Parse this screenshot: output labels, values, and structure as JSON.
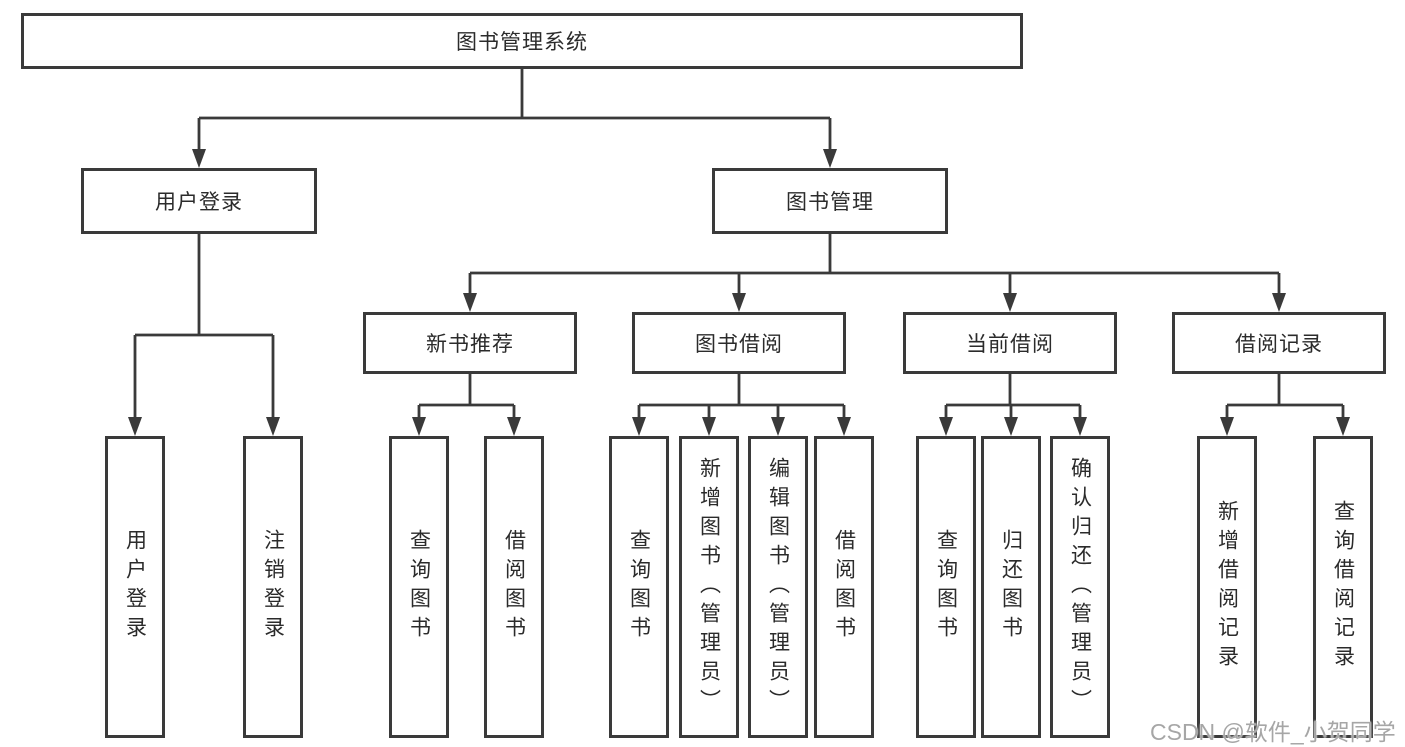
{
  "tree": {
    "root": {
      "label": "图书管理系统"
    },
    "login": {
      "label": "用户登录",
      "children": [
        {
          "label": "用户登录"
        },
        {
          "label": "注销登录"
        }
      ]
    },
    "management": {
      "label": "图书管理",
      "sections": [
        {
          "label": "新书推荐",
          "children": [
            {
              "label": "查询图书"
            },
            {
              "label": "借阅图书"
            }
          ]
        },
        {
          "label": "图书借阅",
          "children": [
            {
              "label": "查询图书"
            },
            {
              "label": "新增图书（管理员）"
            },
            {
              "label": "编辑图书（管理员）"
            },
            {
              "label": "借阅图书"
            }
          ]
        },
        {
          "label": "当前借阅",
          "children": [
            {
              "label": "查询图书"
            },
            {
              "label": "归还图书"
            },
            {
              "label": "确认归还（管理员）"
            }
          ]
        },
        {
          "label": "借阅记录",
          "children": [
            {
              "label": "新增借阅记录"
            },
            {
              "label": "查询借阅记录"
            }
          ]
        }
      ]
    }
  },
  "watermark": {
    "text": "CSDN @软件_小贺同学"
  },
  "colors": {
    "line": "#3a3a3a",
    "border": "#3a3a3a",
    "text": "#2b2b2b",
    "watermark": "#a6a6a6",
    "background": "#ffffff"
  }
}
